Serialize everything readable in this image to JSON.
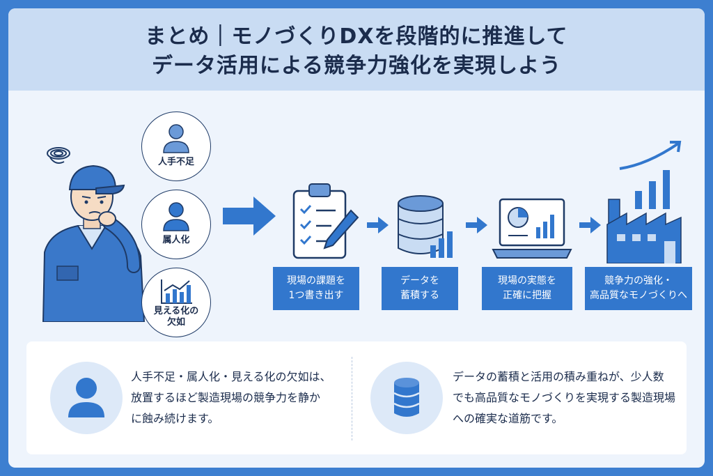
{
  "title": {
    "line1": "まとめ｜モノづくりDXを段階的に推進して",
    "line2": "データ活用による競争力強化を実現しよう"
  },
  "issues": [
    {
      "label": "人手不足",
      "icon": "person-icon"
    },
    {
      "label": "属人化",
      "icon": "person-icon"
    },
    {
      "label1": "見える化の",
      "label2": "欠如",
      "icon": "bar-chart-icon"
    }
  ],
  "steps": [
    {
      "line1": "現場の課題を",
      "line2": "1つ書き出す",
      "icon": "clipboard-checklist-icon"
    },
    {
      "line1": "データを",
      "line2": "蓄積する",
      "icon": "database-icon"
    },
    {
      "line1": "現場の実態を",
      "line2": "正確に把握",
      "icon": "laptop-chart-icon"
    },
    {
      "line1": "競争力の強化・",
      "line2": "高品質なモノづくりへ",
      "icon": "factory-growth-icon"
    }
  ],
  "summary": {
    "left": {
      "line1": "人手不足・属人化・見える化の欠如は、",
      "line2": "放置するほど製造現場の競争力を静か",
      "line3": "に蝕み続けます。",
      "icon": "person-icon"
    },
    "right": {
      "line1": "データの蓄積と活用の積み重ねが、少人数",
      "line2": "でも高品質なモノづくりを実現する製造現場",
      "line3": "への確実な道筋です。",
      "icon": "database-icon"
    }
  },
  "colors": {
    "primary": "#3277cd",
    "dark": "#1b2c4c",
    "header_bg": "#c9dcf3",
    "card_bg": "#eef4fc"
  }
}
